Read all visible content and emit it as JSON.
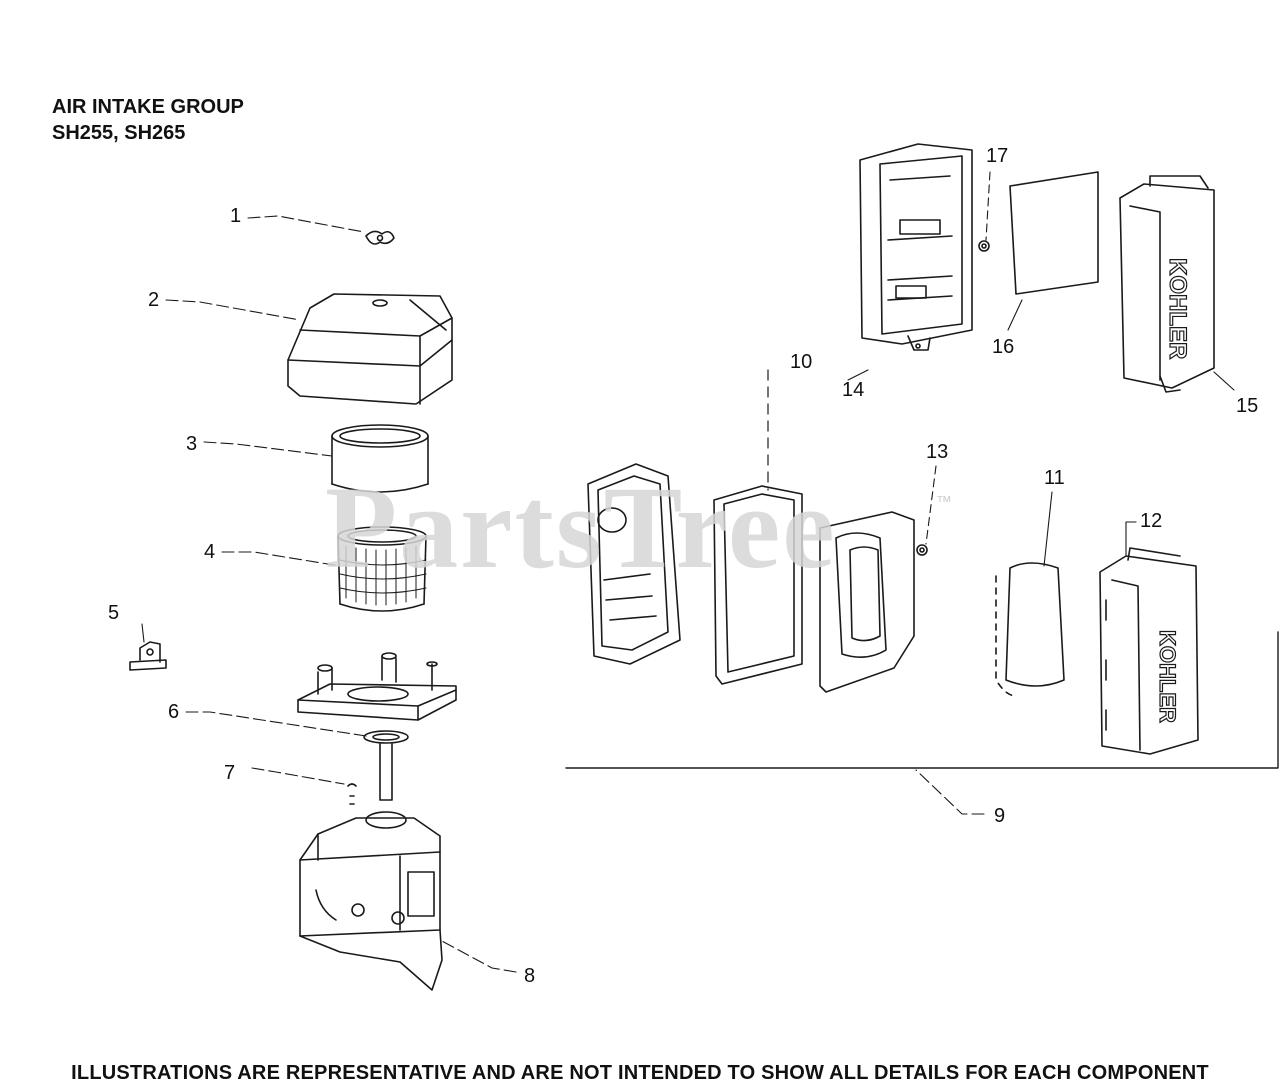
{
  "title": {
    "line1": "AIR INTAKE GROUP",
    "line2": "SH255, SH265"
  },
  "watermark": {
    "text": "PartsTree",
    "trademark": "™"
  },
  "footer": "ILLUSTRATIONS ARE REPRESENTATIVE AND ARE NOT INTENDED TO SHOW ALL DETAILS FOR EACH COMPONENT",
  "callouts": [
    "1",
    "2",
    "3",
    "4",
    "5",
    "6",
    "7",
    "8",
    "9",
    "10",
    "11",
    "12",
    "13",
    "14",
    "15",
    "16",
    "17"
  ],
  "brand_labels": {
    "cover_large": "KOHLER",
    "cover_small": "KOHLER"
  },
  "colors": {
    "line": "#1a1a1a",
    "watermark": "#d6d6d6"
  }
}
